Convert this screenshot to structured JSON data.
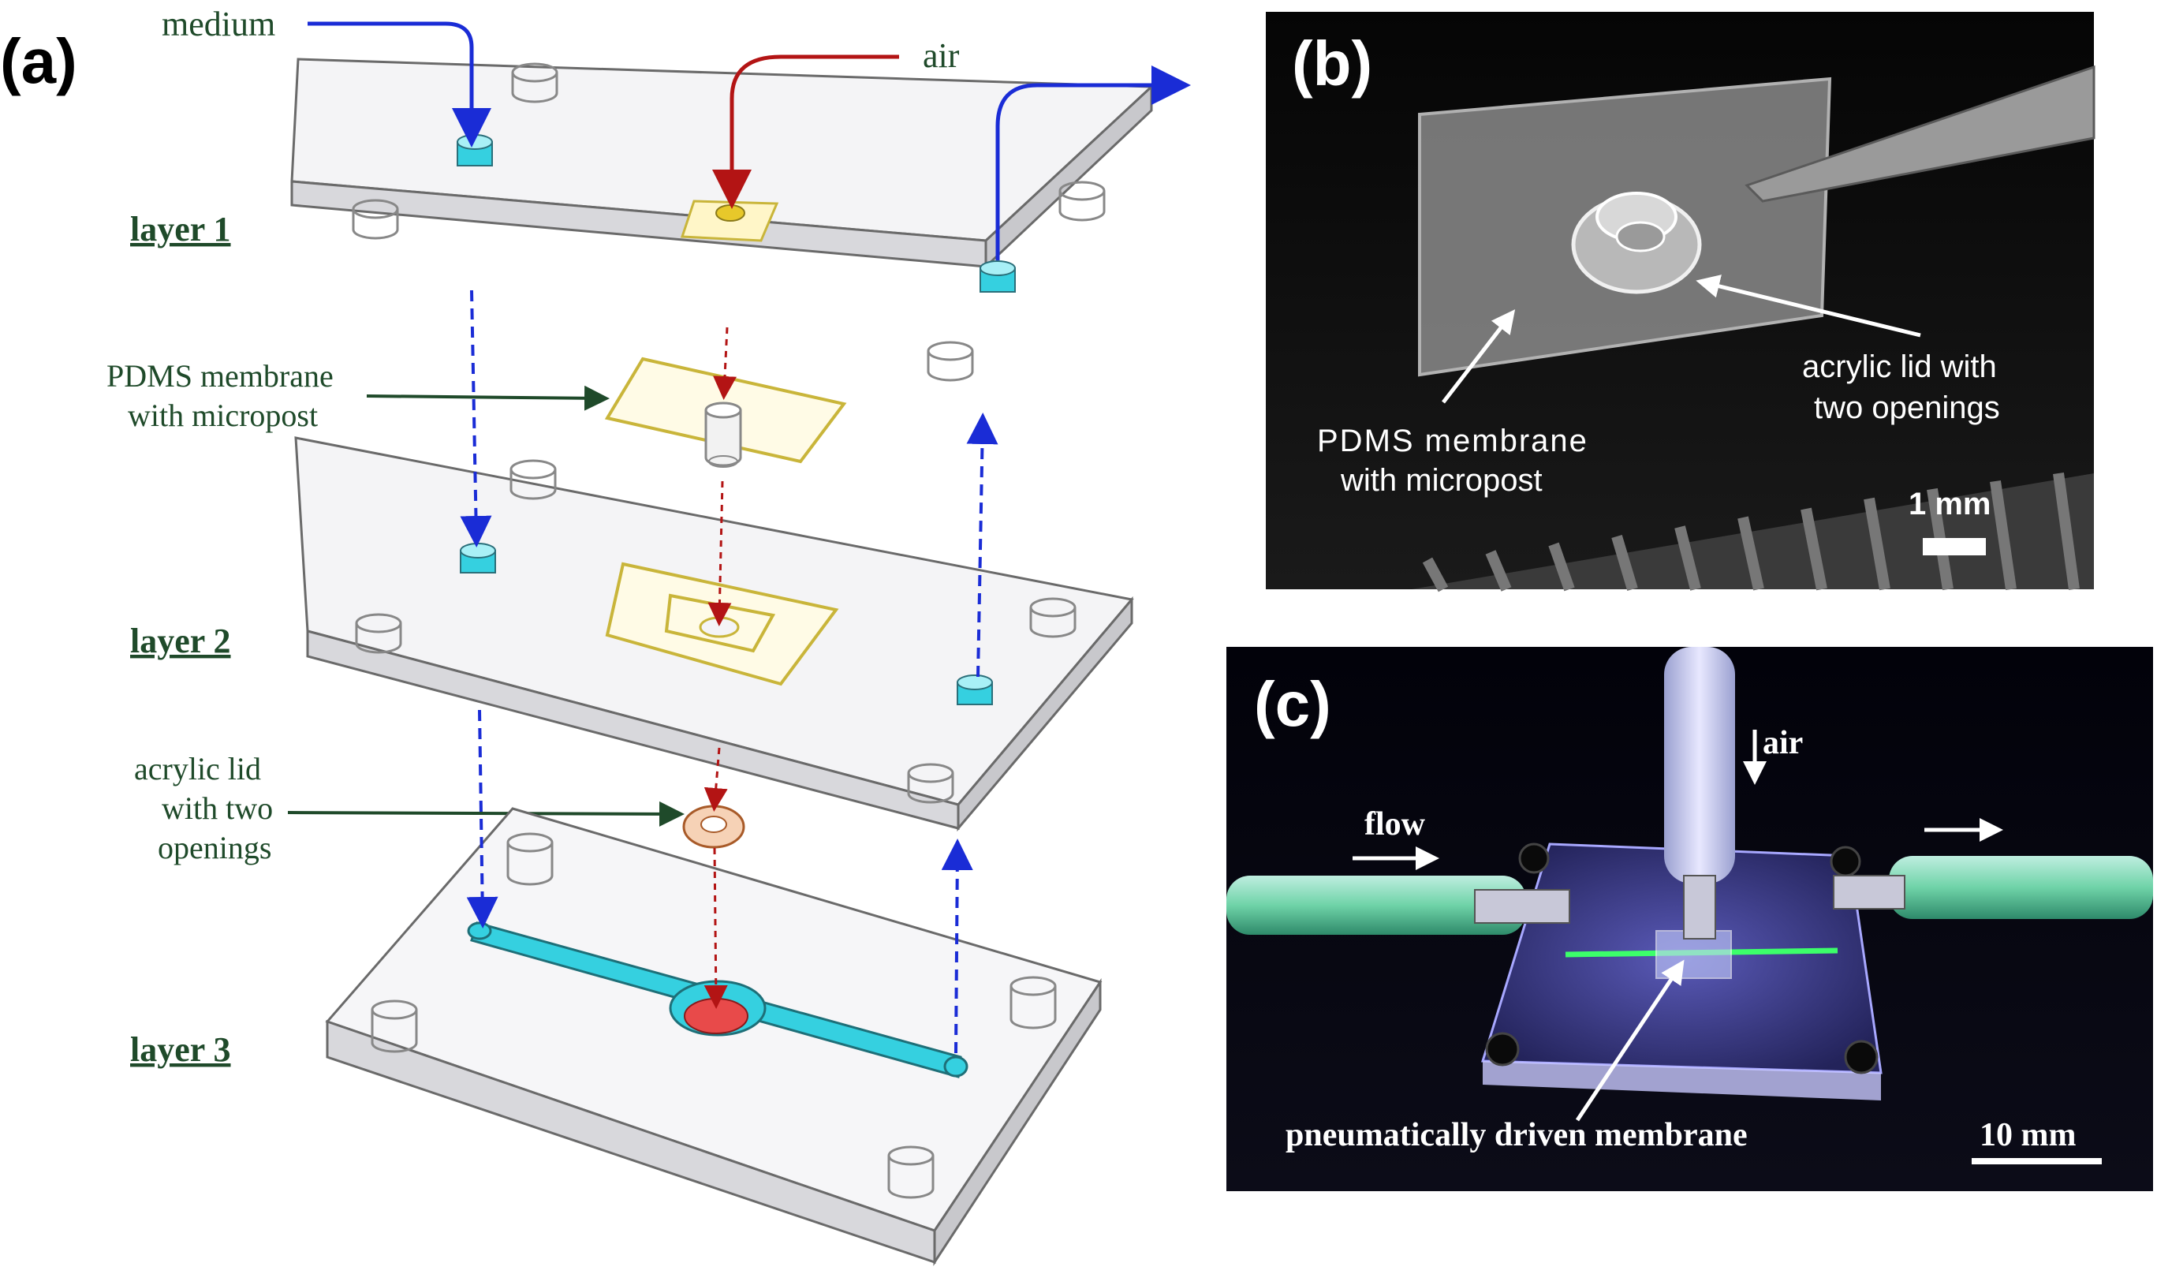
{
  "panel_a": {
    "panel_label": "(a)",
    "label_medium": "medium",
    "label_air": "air",
    "layer1": "layer 1",
    "layer2": "layer 2",
    "layer3": "layer 3",
    "pdms_line1": "PDMS membrane",
    "pdms_line2": "with micropost",
    "lid_line1": "acrylic lid",
    "lid_line2": "with two",
    "lid_line3": "openings"
  },
  "panel_b": {
    "panel_label": "(b)",
    "lid_line1": "acrylic lid with",
    "lid_line2": "two openings",
    "pdms_line1": "PDMS membrane",
    "pdms_line2": "with micropost",
    "scale": "1 mm"
  },
  "panel_c": {
    "panel_label": "(c)",
    "air": "air",
    "flow": "flow",
    "membrane": "pneumatically driven membrane",
    "scale": "10 mm"
  },
  "colors": {
    "label_green": "#1f4a2a",
    "blue_arrow": "#1a2cd6",
    "red_arrow": "#b31414",
    "cyan_port": "#35d0e0",
    "yellow_frame": "#c9b53a",
    "lid_orange": "#d98a4a",
    "red_chamber": "#e84a4a"
  }
}
